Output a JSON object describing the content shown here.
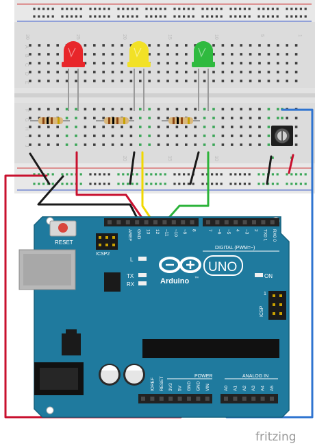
{
  "breadboard": {
    "row_letters_top": [
      "A",
      "B",
      "C",
      "D",
      "E"
    ],
    "row_letters_bottom": [
      "F",
      "G",
      "H",
      "I",
      "J"
    ],
    "column_numbers": [
      "30",
      "25",
      "20",
      "15",
      "10",
      "5",
      "1"
    ]
  },
  "leds": [
    {
      "color": "#e8262a"
    },
    {
      "color": "#f2e126"
    },
    {
      "color": "#2fba3f"
    }
  ],
  "arduino": {
    "logo_text": "Arduino",
    "logo_tm": "™",
    "model_text": "UNO",
    "reset_label": "RESET",
    "icsp2_label": "ICSP2",
    "icsp_label": "ICSP",
    "icsp_pin1": "1",
    "led_labels": {
      "l": "L",
      "tx": "TX",
      "rx": "RX",
      "on": "ON"
    },
    "digital_header_label": "DIGITAL (PWM=~)",
    "digital_pins": [
      "AREF",
      "GND",
      "13",
      "12",
      "~11",
      "~10",
      "~9",
      "8",
      "7",
      "~6",
      "~5",
      "4",
      "~3",
      "2",
      "TX0 1",
      "RX0 0"
    ],
    "power_header_label": "POWER",
    "power_pins": [
      "IOREF",
      "RESET",
      "3V3",
      "5V",
      "GND",
      "GND",
      "VIN"
    ],
    "analog_header_label": "ANALOG IN",
    "analog_pins": [
      "A0",
      "A1",
      "A2",
      "A3",
      "A4",
      "A5"
    ]
  },
  "branding": {
    "text": "fritzing"
  },
  "colors": {
    "board_blue": "#1f7a9e",
    "wire_red": "#c8102e",
    "wire_black": "#1a1a1a",
    "wire_yellow": "#f0d800",
    "wire_green": "#2cb33a",
    "wire_blue": "#2f74d0",
    "hole_green": "#3aa657"
  }
}
